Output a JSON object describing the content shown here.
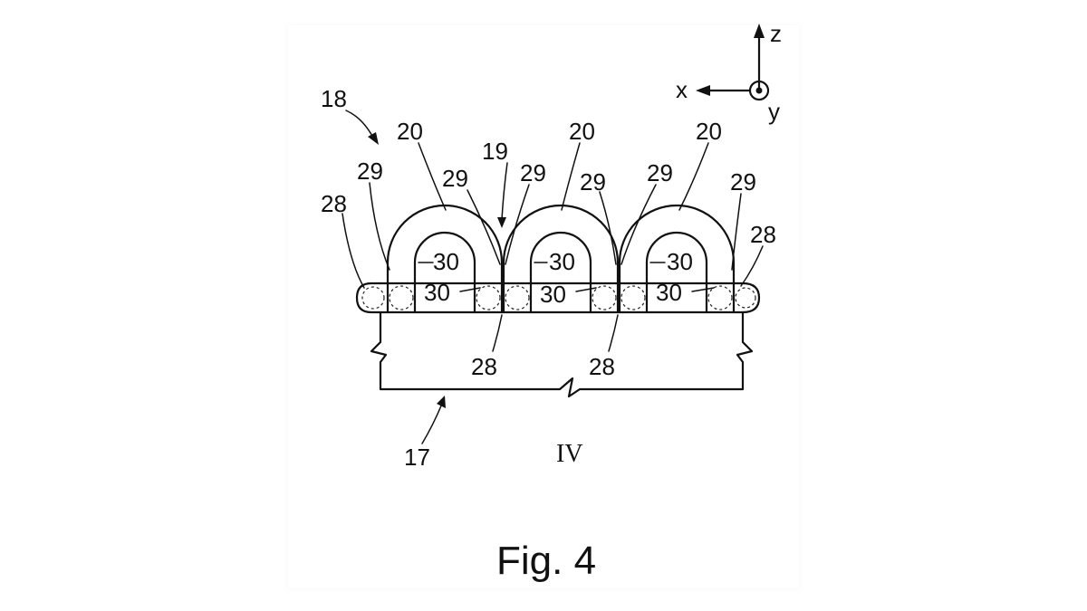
{
  "figure": {
    "caption": "Fig. 4",
    "section_mark": "IV"
  },
  "axes": {
    "z": "z",
    "x": "x",
    "y": "y"
  },
  "reference_numerals": {
    "assembly": "18",
    "gap": "19",
    "base": "17",
    "loop_1": "20",
    "loop_2": "20",
    "loop_3": "20",
    "inner_1": "30",
    "inner_2": "30",
    "inner_3": "30",
    "lower_1": "30",
    "lower_2": "30",
    "lower_3": "30",
    "end_left": "28",
    "end_right": "28",
    "bottom_1": "28",
    "bottom_2": "28",
    "side_1": "29",
    "side_2": "29",
    "side_3": "29",
    "side_4": "29",
    "side_5": "29",
    "side_6": "29"
  },
  "colors": {
    "ink": "#111111",
    "paper": "#ffffff"
  }
}
